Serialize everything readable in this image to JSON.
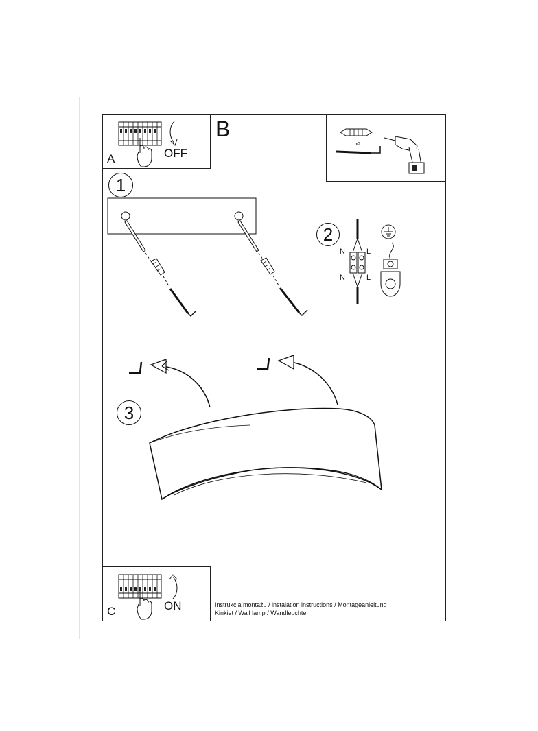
{
  "panel_a": {
    "letter": "A",
    "action": "OFF"
  },
  "panel_b": {
    "letter": "B",
    "screw_count": "x2"
  },
  "steps": [
    {
      "number": "1"
    },
    {
      "number": "2"
    },
    {
      "number": "3"
    }
  ],
  "wiring": {
    "neutral": "N",
    "live": "L"
  },
  "panel_c": {
    "letter": "C",
    "action": "ON"
  },
  "footer": {
    "line1": "Instrukcja montażu / instalation instructions / Montageanleitung",
    "line2": "Kinkiet / Wall lamp / Wandleuchte"
  },
  "icons": [
    "breaker-panel-icon",
    "hand-icon",
    "arrow-down-icon",
    "arrow-up-icon",
    "wall-plug-icon",
    "screw-hook-icon",
    "drill-icon",
    "terminal-block-icon",
    "ground-symbol-icon",
    "ground-clamp-icon",
    "curved-arrow-icon",
    "mounting-hook-icon",
    "wall-lamp-icon"
  ]
}
